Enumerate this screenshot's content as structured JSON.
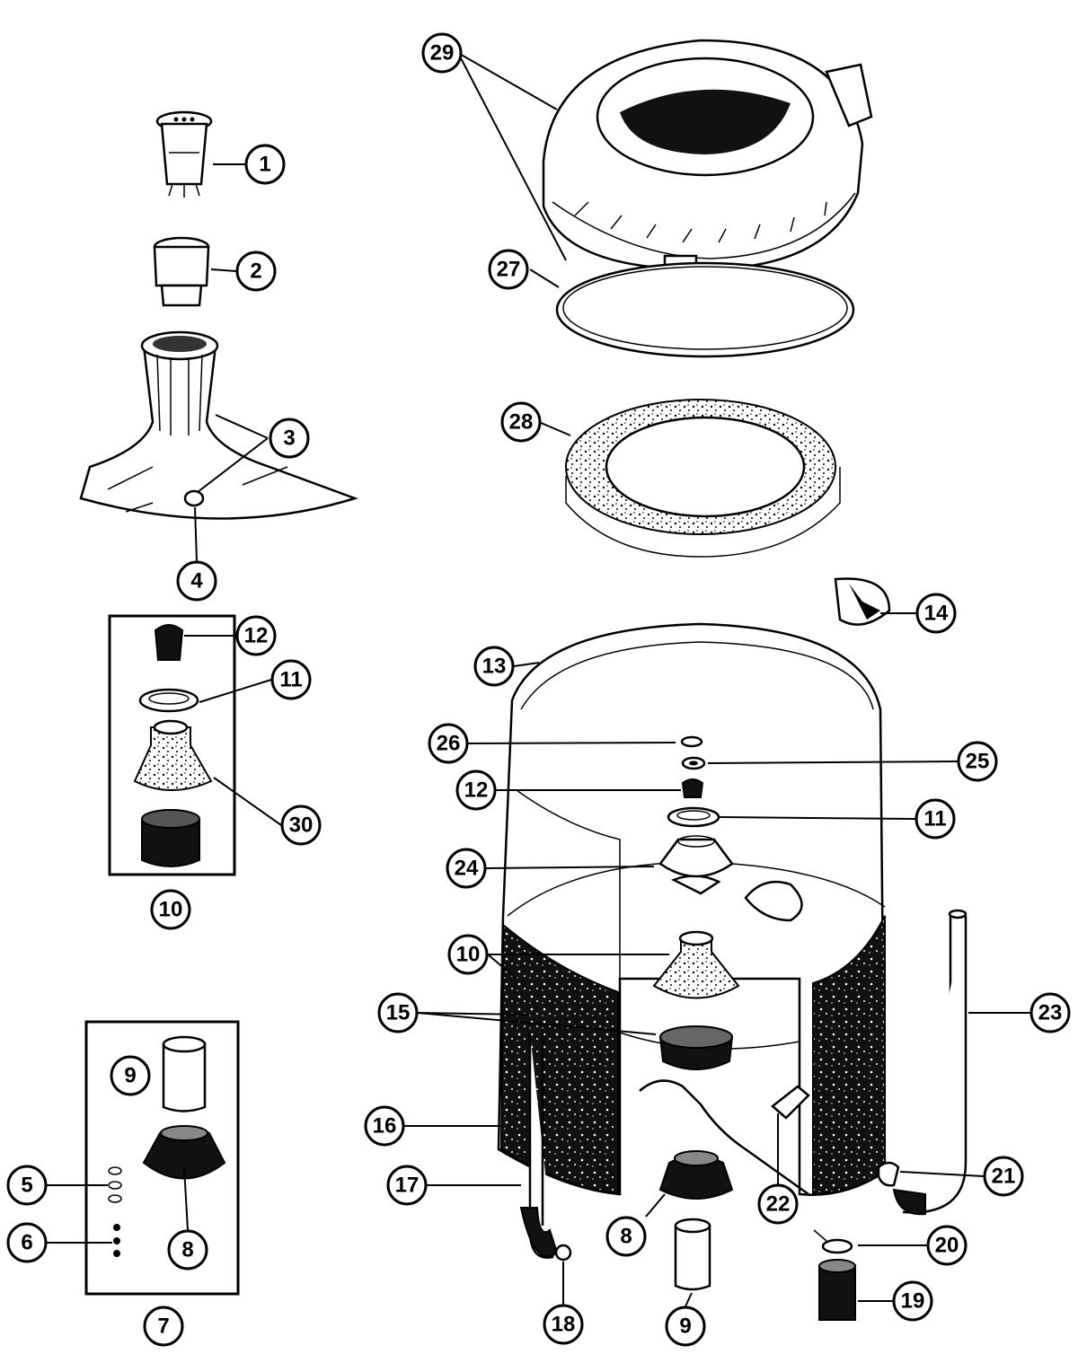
{
  "callouts": [
    {
      "id": "1",
      "label": "1"
    },
    {
      "id": "2",
      "label": "2"
    },
    {
      "id": "3",
      "label": "3"
    },
    {
      "id": "4",
      "label": "4"
    },
    {
      "id": "5",
      "label": "5"
    },
    {
      "id": "6",
      "label": "6"
    },
    {
      "id": "7",
      "label": "7"
    },
    {
      "id": "8a",
      "label": "8"
    },
    {
      "id": "8b",
      "label": "8"
    },
    {
      "id": "9a",
      "label": "9"
    },
    {
      "id": "9b",
      "label": "9"
    },
    {
      "id": "10a",
      "label": "10"
    },
    {
      "id": "10b",
      "label": "10"
    },
    {
      "id": "11a",
      "label": "11"
    },
    {
      "id": "11b",
      "label": "11"
    },
    {
      "id": "12a",
      "label": "12"
    },
    {
      "id": "12b",
      "label": "12"
    },
    {
      "id": "13",
      "label": "13"
    },
    {
      "id": "14",
      "label": "14"
    },
    {
      "id": "15",
      "label": "15"
    },
    {
      "id": "16",
      "label": "16"
    },
    {
      "id": "17",
      "label": "17"
    },
    {
      "id": "18",
      "label": "18"
    },
    {
      "id": "19",
      "label": "19"
    },
    {
      "id": "20",
      "label": "20"
    },
    {
      "id": "21",
      "label": "21"
    },
    {
      "id": "22",
      "label": "22"
    },
    {
      "id": "23",
      "label": "23"
    },
    {
      "id": "24",
      "label": "24"
    },
    {
      "id": "25",
      "label": "25"
    },
    {
      "id": "26",
      "label": "26"
    },
    {
      "id": "27",
      "label": "27"
    },
    {
      "id": "28",
      "label": "28"
    },
    {
      "id": "29",
      "label": "29"
    },
    {
      "id": "30",
      "label": "30"
    }
  ],
  "colors": {
    "ink": "#000000",
    "paper": "#ffffff"
  }
}
